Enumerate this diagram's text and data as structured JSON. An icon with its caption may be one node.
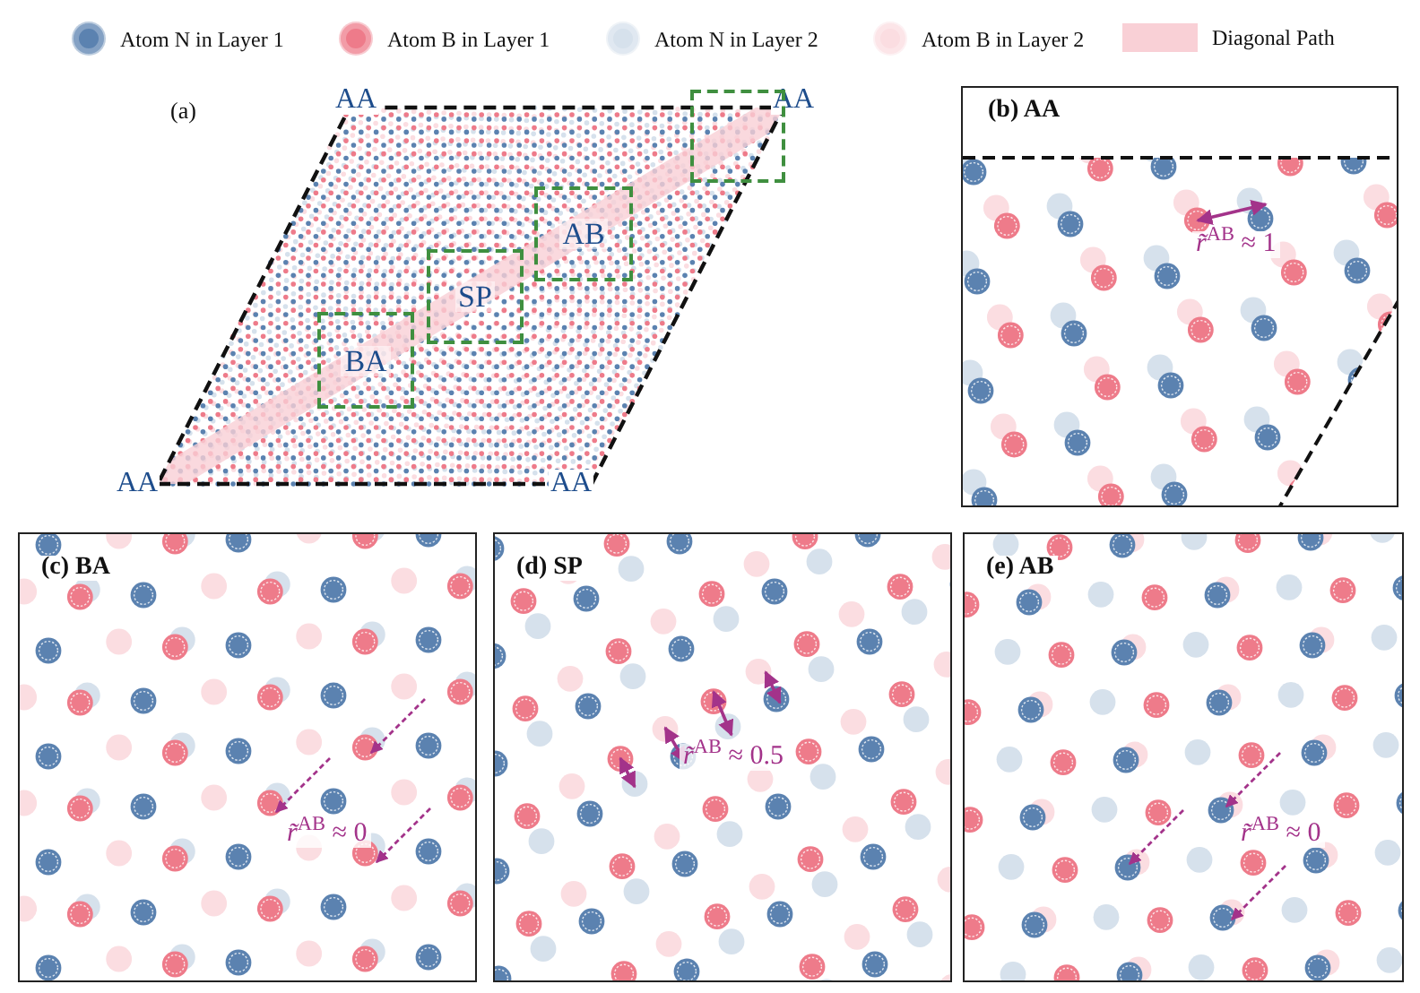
{
  "diagram": {
    "nodes": [
      {
        "text": [],
        "shape": "box"
      },
      {
        "text": [
          "AB"
        ]
      },
      {
        "text": [
          "SP"
        ]
      },
      {
        "text": [
          "BA"
        ]
      },
      {
        "text": [
          "(b) AA",
          "*r̃*$^{AB}$ ≈ 1"
        ]
      },
      {
        "text": [
          "(c) BA",
          "*r̃*$^{AB}$ ≈ 0"
        ]
      },
      {
        "text": [
          "(d) SP",
          "*r̃*$^{AB}$ ≈ 0.5"
        ]
      },
      {
        "text": [
          "(e) AB",
          "*r̃*$^{AB}$ ≈ 0"
        ]
      }
    ],
    "labels": [
      "(a)",
      "AA",
      "AA",
      "AA",
      "AA"
    ],
    "legend": [
      {
        "text": "Atom N in Layer 1",
        "color": "#5b82b0"
      },
      {
        "text": "Atom B in Layer 1",
        "color": "#ee7b8a"
      },
      {
        "text": "Atom N in Layer 2",
        "color": "#d6e1ec"
      },
      {
        "text": "Atom B in Layer 2",
        "color": "#fbdde1"
      },
      {
        "text": "Diagonal Path",
        "color": "#f9d0d6"
      }
    ]
  }
}
